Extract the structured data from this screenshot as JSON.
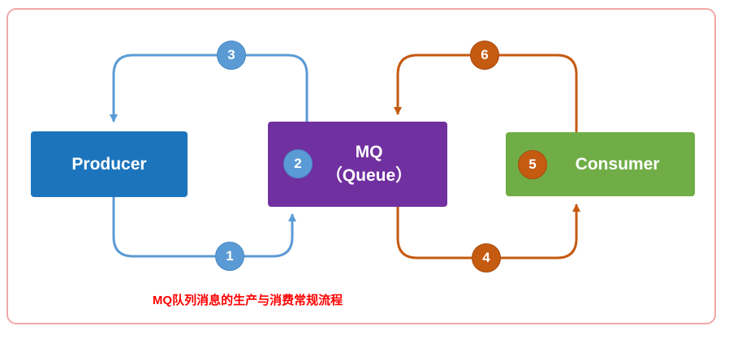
{
  "diagram": {
    "caption": "MQ队列消息的生产与消费常规流程",
    "nodes": {
      "producer": {
        "label": "Producer"
      },
      "mq": {
        "label_line1": "MQ",
        "label_line2": "（Queue）"
      },
      "consumer": {
        "label": "Consumer"
      }
    },
    "badges": {
      "b1": "1",
      "b2": "2",
      "b3": "3",
      "b4": "4",
      "b5": "5",
      "b6": "6"
    },
    "colors": {
      "producer_fill": "#1C75BC",
      "mq_fill": "#7030A0",
      "consumer_fill": "#70AD47",
      "blue_flow": "#5B9BD5",
      "orange_flow": "#C55A11",
      "caption_text": "#FF0000",
      "frame_border": "#F2A8A8"
    }
  }
}
